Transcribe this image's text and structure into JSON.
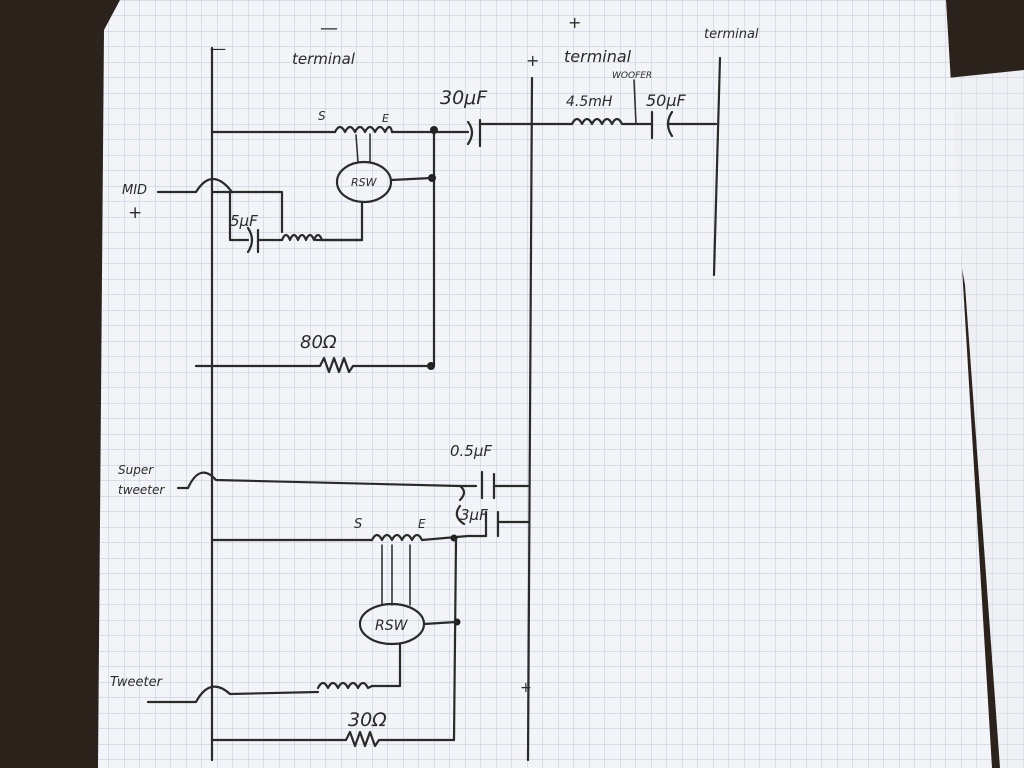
{
  "colors": {
    "table": "#2c221c",
    "paper": "#f3f4f7",
    "grid": "#b9c4d8",
    "ink": "#2a2a2a",
    "paper2": "#eef0f3"
  },
  "labels": {
    "minus_top": "—",
    "minus_left": "—",
    "neg_terminal": "terminal",
    "plus_top": "+",
    "plus_terminal_mark": "+",
    "pos_terminal": "terminal",
    "woofer": "WOOFER",
    "terminal_right": "terminal",
    "cap_30uF": "30μF",
    "ind_4_5mH": "4.5mH",
    "cap_50uF": "50μF",
    "s_top": "S",
    "e_top": "E",
    "rsw_top": "RSW",
    "mid": "MID",
    "mid_plus": "+",
    "cap_5uF": "5μF",
    "res_80": "80Ω",
    "cap_0_5uF": "0.5μF",
    "super_tweeter_1": "Super",
    "super_tweeter_2": "tweeter",
    "cap_3uF": "3μF",
    "s_bottom": "S",
    "e_bottom": "E",
    "rsw_bottom": "RSW",
    "tweeter": "Tweeter",
    "res_30": "30Ω",
    "plus_bottom": "+"
  }
}
